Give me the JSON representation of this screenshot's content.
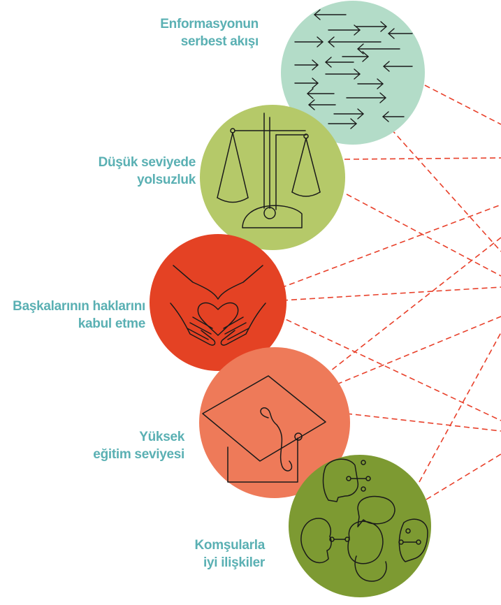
{
  "colors": {
    "label_text": "#5ab0b3",
    "connector": "#e8402a",
    "icon_stroke": "#1a1a1a"
  },
  "factors": [
    {
      "id": "information",
      "icon": "arrows-icon",
      "color": "#b3dcc8",
      "label": [
        "Enformasyonun",
        "serbest akışı"
      ]
    },
    {
      "id": "corruption",
      "icon": "scales-icon",
      "color": "#b5c969",
      "label": [
        "Düşük seviyede",
        "yolsuzluk"
      ]
    },
    {
      "id": "rights",
      "icon": "hands-heart-icon",
      "color": "#e44224",
      "label": [
        "Başkalarının haklarını",
        "kabul etme"
      ]
    },
    {
      "id": "education",
      "icon": "graduation-cap-icon",
      "color": "#ee7a59",
      "label": [
        "Yüksek",
        "eğitim seviyesi"
      ]
    },
    {
      "id": "neighbours",
      "icon": "people-talking-icon",
      "color": "#7d9a32",
      "label": [
        "Komşularla",
        "iyi ilişkiler"
      ]
    }
  ]
}
